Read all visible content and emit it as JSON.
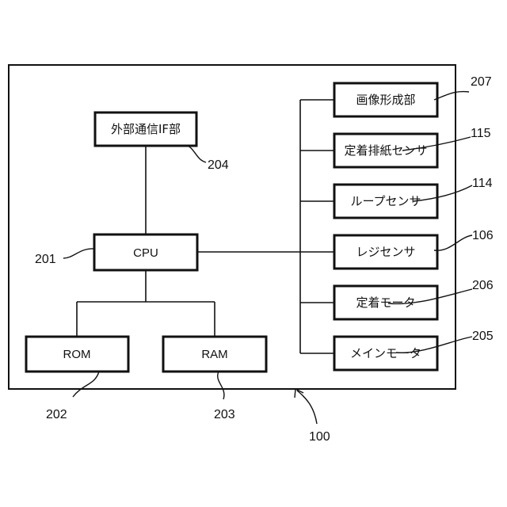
{
  "blocks": {
    "external_if": {
      "label": "外部通信IF部",
      "ref": "204"
    },
    "cpu": {
      "label": "CPU",
      "ref": "201"
    },
    "rom": {
      "label": "ROM",
      "ref": "202"
    },
    "ram": {
      "label": "RAM",
      "ref": "203"
    },
    "image_forming": {
      "label": "画像形成部",
      "ref": "207"
    },
    "fixing_discharge_sensor": {
      "label": "定着排紙センサ",
      "ref": "115"
    },
    "loop_sensor": {
      "label": "ループセンサ",
      "ref": "114"
    },
    "registration_sensor": {
      "label": "レジセンサ",
      "ref": "106"
    },
    "fixing_motor": {
      "label": "定着モータ",
      "ref": "206"
    },
    "main_motor": {
      "label": "メインモータ",
      "ref": "205"
    }
  },
  "controller": {
    "ref": "100"
  }
}
